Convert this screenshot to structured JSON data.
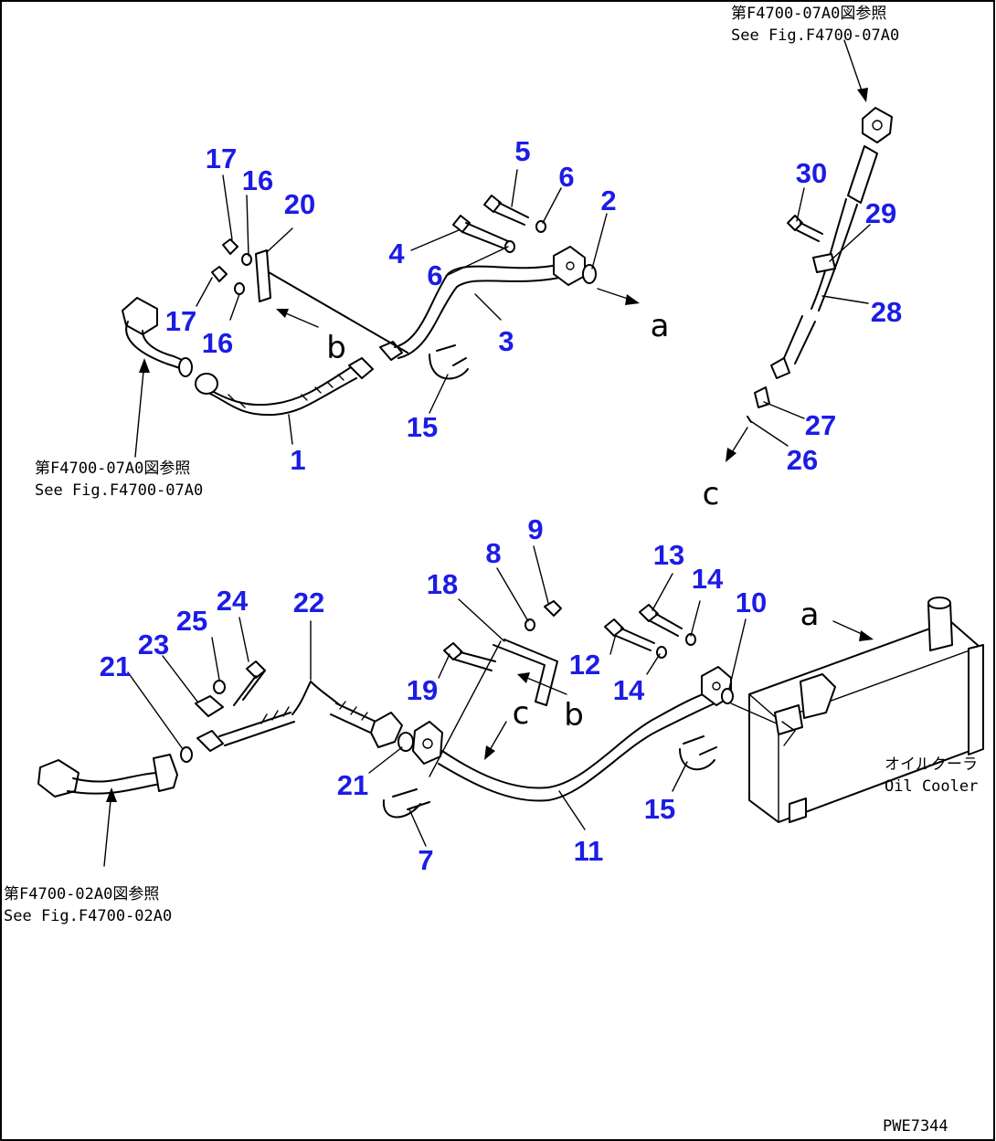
{
  "callouts": {
    "n1": "1",
    "n2": "2",
    "n3": "3",
    "n4": "4",
    "n5": "5",
    "n6a": "6",
    "n6b": "6",
    "n7": "7",
    "n8": "8",
    "n9": "9",
    "n10": "10",
    "n11": "11",
    "n12": "12",
    "n13": "13",
    "n14a": "14",
    "n14b": "14",
    "n15a": "15",
    "n15b": "15",
    "n16a": "16",
    "n16b": "16",
    "n17a": "17",
    "n17b": "17",
    "n18": "18",
    "n19": "19",
    "n20": "20",
    "n21a": "21",
    "n21b": "21",
    "n22": "22",
    "n23": "23",
    "n24": "24",
    "n25": "25",
    "n26": "26",
    "n27": "27",
    "n28": "28",
    "n29": "29",
    "n30": "30"
  },
  "connection_letters": {
    "a_top": "a",
    "b_top": "b",
    "c_right": "c",
    "c_bottom": "c",
    "b_bottom": "b",
    "a_bottom": "a"
  },
  "references": {
    "top_right_jp": "第F4700-07A0図参照",
    "top_right_en": "See Fig.F4700-07A0",
    "left_mid_jp": "第F4700-07A0図参照",
    "left_mid_en": "See Fig.F4700-07A0",
    "bottom_left_jp": "第F4700-02A0図参照",
    "bottom_left_en": "See Fig.F4700-02A0"
  },
  "oil_cooler": {
    "jp": "オイルクーラ",
    "en": "Oil Cooler"
  },
  "drawing_id": "PWE7344",
  "colors": {
    "callout": "#1c1ce6",
    "line": "#000000"
  }
}
